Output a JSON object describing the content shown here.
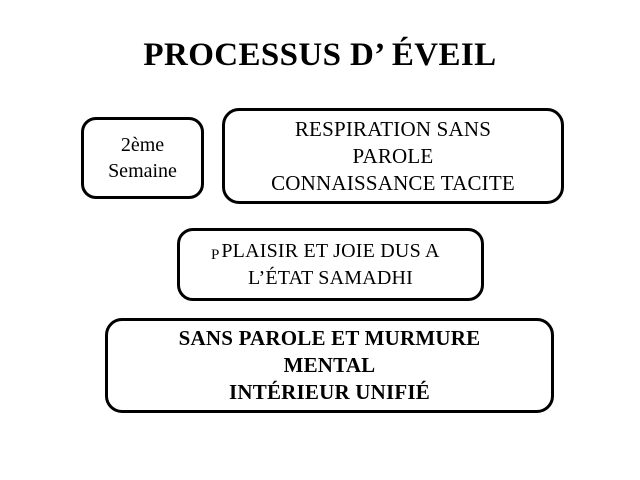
{
  "slide": {
    "title": "PROCESSUS D’ ÉVEIL",
    "background_color": "#FFFFFF",
    "text_color": "#000000",
    "border_color": "#000000"
  },
  "boxes": [
    {
      "id": "week",
      "name": "week-box",
      "text": "2ème\nSemaine",
      "bold": false
    },
    {
      "id": "respiration",
      "name": "respiration-box",
      "text": "RESPIRATION SANS\nPAROLE\nCONNAISSANCE TACITE",
      "bold": false
    },
    {
      "id": "plaisir",
      "name": "plaisir-box",
      "text": "PLAISIR ET JOIE DUS A\nL’ÉTAT  SAMADHI",
      "bold": false
    },
    {
      "id": "sansparole",
      "name": "sans-parole-box",
      "text": "SANS PAROLE ET MURMURE\nMENTAL\nINTÉRIEUR UNIFIÉ",
      "bold": true
    }
  ],
  "artifacts": {
    "stray_glyph": "P"
  }
}
